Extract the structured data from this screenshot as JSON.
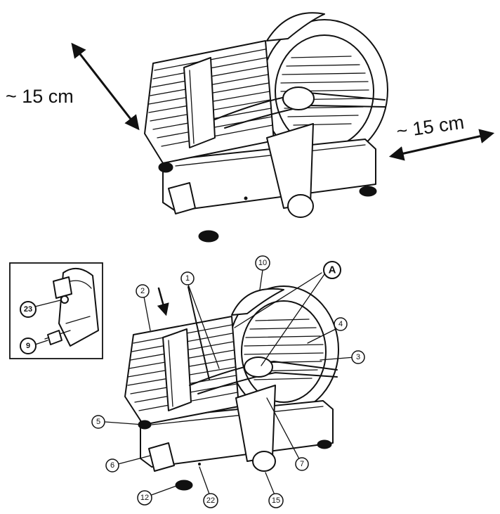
{
  "dimensions": {
    "left_clearance": "~ 15 cm",
    "right_clearance": "~ 15 cm"
  },
  "callouts": {
    "c1": "1",
    "c2": "2",
    "c3": "3",
    "c4": "4",
    "c5": "5",
    "c6": "6",
    "c7": "7",
    "c9": "9",
    "c10": "10",
    "c12": "12",
    "c15": "15",
    "c22": "22",
    "c23": "23",
    "cA": "A"
  }
}
